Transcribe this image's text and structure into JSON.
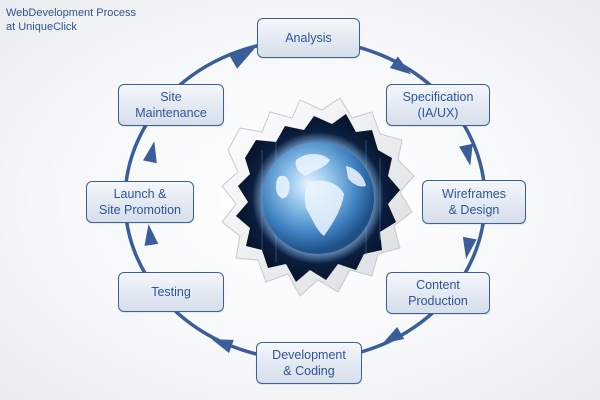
{
  "title": {
    "line1": "WebDevelopment Process",
    "line2": "at UniqueClick"
  },
  "colors": {
    "accent": "#2f5597",
    "box_border": "#3d5f95",
    "arrow": "#3a5e9a"
  },
  "center_image": {
    "icon": "earth-globe-icon",
    "description_note": "globe in torn paper hole"
  },
  "steps": [
    {
      "lines": [
        "Analysis",
        ""
      ]
    },
    {
      "lines": [
        "Specification",
        "(IA/UX)"
      ]
    },
    {
      "lines": [
        "Wireframes",
        "& Design"
      ]
    },
    {
      "lines": [
        "Content",
        "Production"
      ]
    },
    {
      "lines": [
        "Development",
        "& Coding"
      ]
    },
    {
      "lines": [
        "Testing",
        ""
      ]
    },
    {
      "lines": [
        "Launch &",
        "Site Promotion"
      ]
    },
    {
      "lines": [
        "Site",
        "Maintenance"
      ]
    }
  ]
}
